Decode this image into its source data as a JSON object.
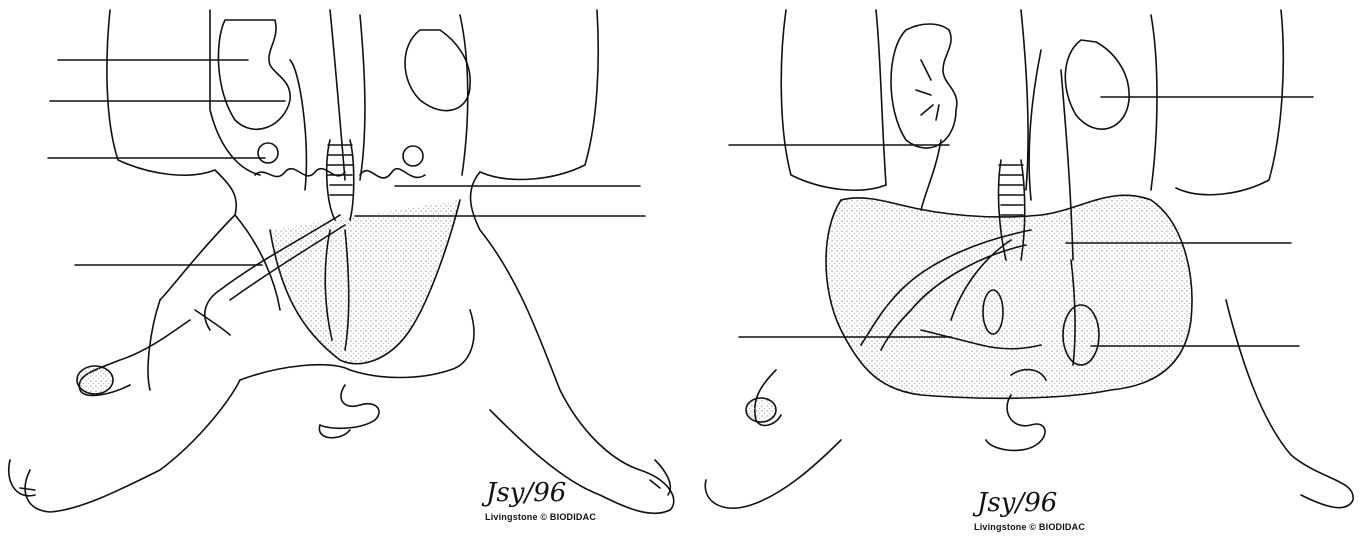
{
  "panels": [
    {
      "id": "left",
      "signature": "Jsy/96",
      "credit": "Livingstone © BIODIDAC",
      "label_lines_count": 6
    },
    {
      "id": "right",
      "signature": "Jsy/96",
      "credit": "Livingstone © BIODIDAC",
      "label_lines_count": 5
    }
  ],
  "colors": {
    "ink": "#111111",
    "background": "#ffffff",
    "stipple": "#777777"
  }
}
